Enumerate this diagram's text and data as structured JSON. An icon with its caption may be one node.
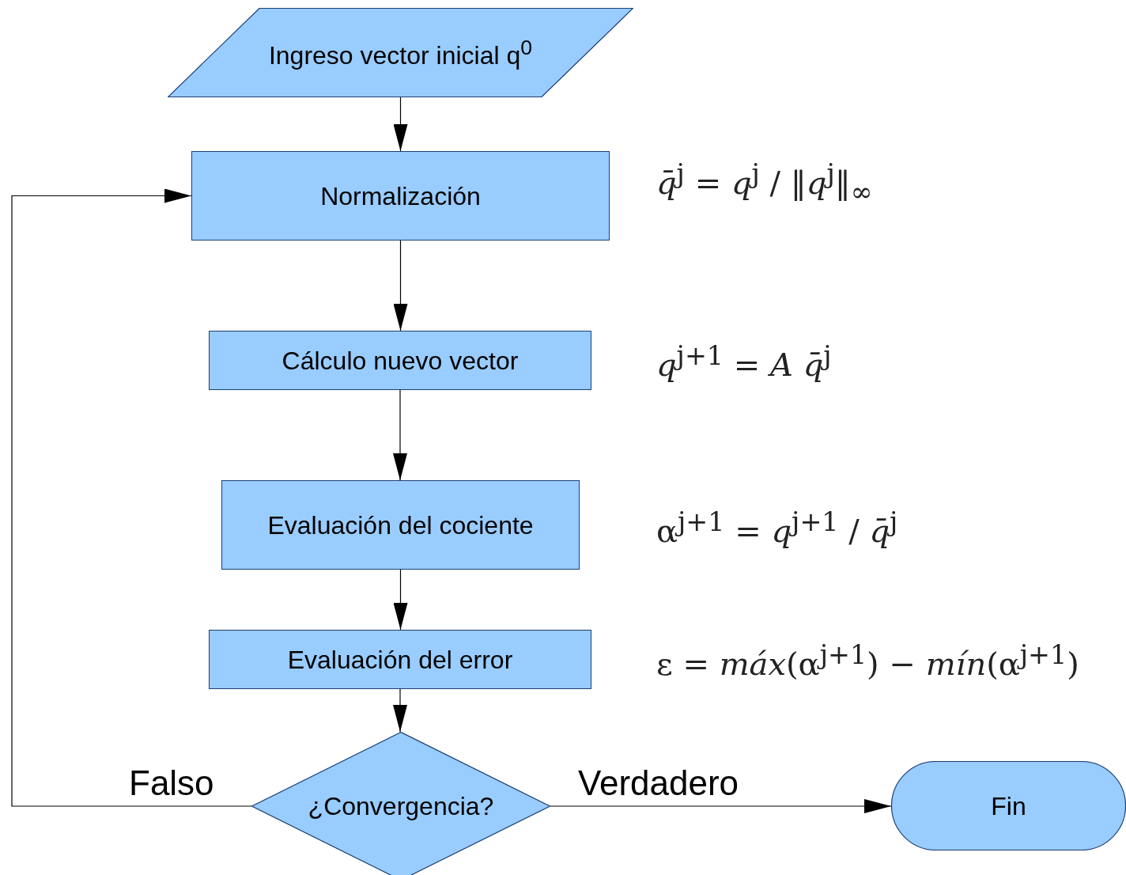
{
  "diagram": {
    "nodes": [
      {
        "text": [
          "Ingreso vector inicial q$^{0}$"
        ]
      },
      {
        "text": [
          "Normalización"
        ],
        "beside": [
          "*q̄*$^{j}$ = *q*$^{j}$ / ‖*q*$^{j}$‖$_{∞}$"
        ]
      },
      {
        "text": [
          "Cálculo nuevo vector"
        ],
        "beside": [
          "*q*$^{j+1}$ = *A* *q̄*$^{j}$"
        ]
      },
      {
        "text": [
          "Evaluación del cociente"
        ],
        "beside": [
          "α$^{j+1}$ = *q*$^{j+1}$ / *q̄*$^{j}$"
        ]
      },
      {
        "text": [
          "Evaluación del error"
        ],
        "beside": [
          "ε = *máx*(α$^{j+1}$) − *mín*(α$^{j+1}$)"
        ]
      },
      {
        "text": [
          "¿Convergencia?"
        ]
      },
      {
        "text": [
          "Fin"
        ]
      }
    ],
    "edges": [
      {
        "from": 0,
        "to": 1,
        "arrow": "to"
      },
      {
        "from": 1,
        "to": 2,
        "arrow": "to"
      },
      {
        "from": 2,
        "to": 3,
        "arrow": "to"
      },
      {
        "from": 3,
        "to": 4,
        "arrow": "to"
      },
      {
        "from": 4,
        "to": 5,
        "arrow": "to"
      },
      {
        "from": 5,
        "to": 1,
        "arrow": "to",
        "label": "Falso"
      },
      {
        "from": 5,
        "to": 6,
        "arrow": "to",
        "label": "Verdadero"
      }
    ]
  }
}
